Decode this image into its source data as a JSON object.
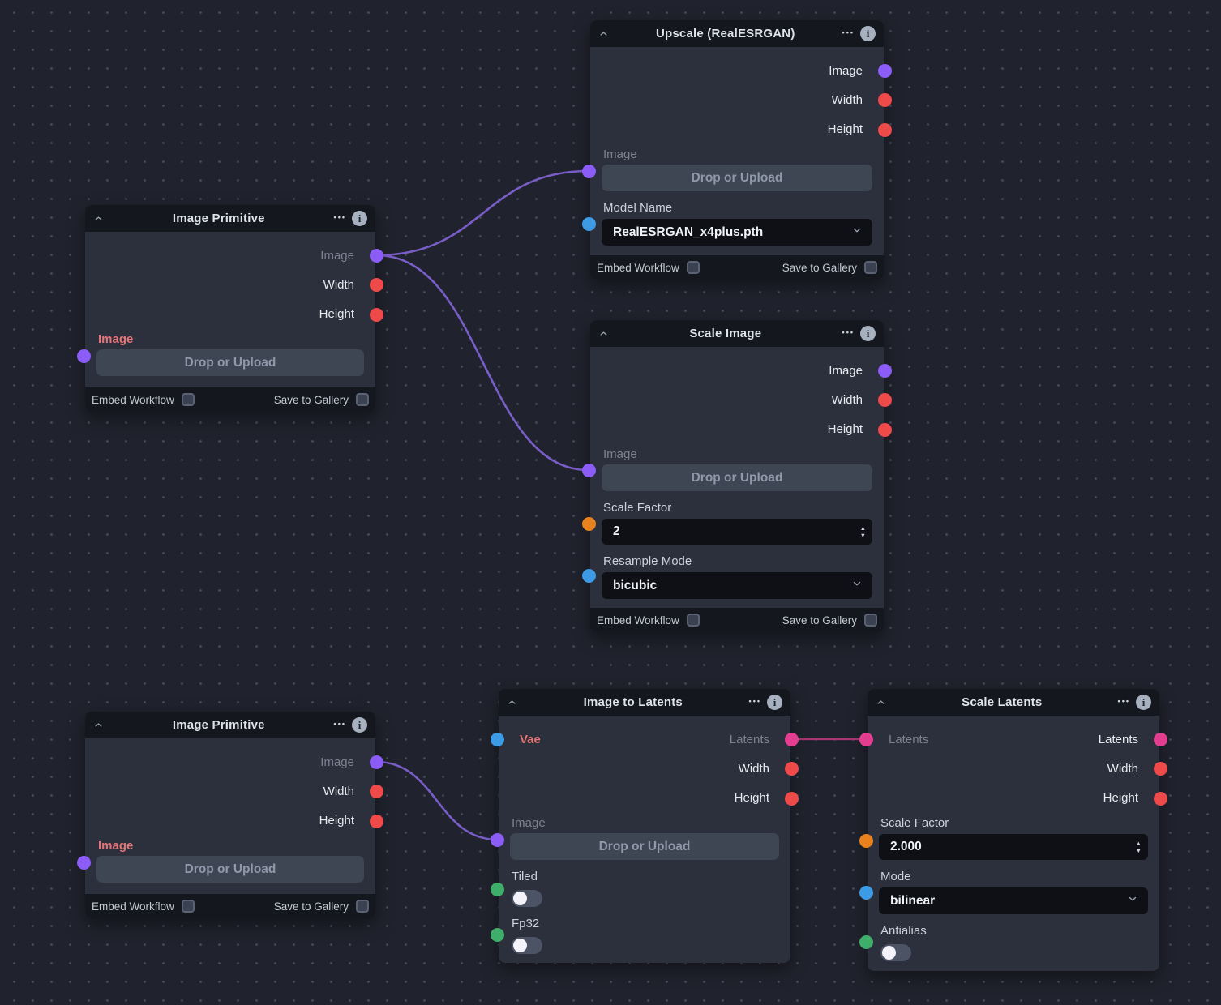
{
  "colors": {
    "purple": "#8b5cf6",
    "red": "#ee4a4a",
    "blue": "#3d9be5",
    "orange": "#e8821e",
    "green": "#40ae6b",
    "pink": "#e23d8f",
    "edge_purple": "#7a5ec8",
    "edge_pink": "#aa3577"
  },
  "icons": {
    "menu": "•••",
    "info": "i",
    "step_up": "▲",
    "step_down": "▼"
  },
  "nodes": [
    {
      "title": "Image Primitive",
      "outputs": {
        "image": "Image",
        "width": "Width",
        "height": "Height"
      },
      "image_label": "Image",
      "upload": "Drop or Upload",
      "embed": "Embed Workflow",
      "save": "Save to Gallery"
    },
    {
      "title": "Upscale (RealESRGAN)",
      "outputs": {
        "image": "Image",
        "width": "Width",
        "height": "Height"
      },
      "image_label": "Image",
      "upload": "Drop or Upload",
      "model_label": "Model Name",
      "model_value": "RealESRGAN_x4plus.pth",
      "embed": "Embed Workflow",
      "save": "Save to Gallery"
    },
    {
      "title": "Scale Image",
      "outputs": {
        "image": "Image",
        "width": "Width",
        "height": "Height"
      },
      "image_label": "Image",
      "upload": "Drop or Upload",
      "scale_factor_label": "Scale Factor",
      "scale_factor_value": "2",
      "resample_label": "Resample Mode",
      "resample_value": "bicubic",
      "embed": "Embed Workflow",
      "save": "Save to Gallery"
    },
    {
      "title": "Image to Latents",
      "vae_label": "Vae",
      "outputs": {
        "latents": "Latents",
        "width": "Width",
        "height": "Height"
      },
      "image_label": "Image",
      "upload": "Drop or Upload",
      "tiled_label": "Tiled",
      "fp32_label": "Fp32"
    },
    {
      "title": "Scale Latents",
      "latents_in_label": "Latents",
      "outputs": {
        "latents": "Latents",
        "width": "Width",
        "height": "Height"
      },
      "scale_factor_label": "Scale Factor",
      "scale_factor_value": "2.000",
      "mode_label": "Mode",
      "mode_value": "bilinear",
      "antialias_label": "Antialias"
    },
    {
      "title": "Image Primitive",
      "outputs": {
        "image": "Image",
        "width": "Width",
        "height": "Height"
      },
      "image_label": "Image",
      "upload": "Drop or Upload",
      "embed": "Embed Workflow",
      "save": "Save to Gallery"
    }
  ]
}
